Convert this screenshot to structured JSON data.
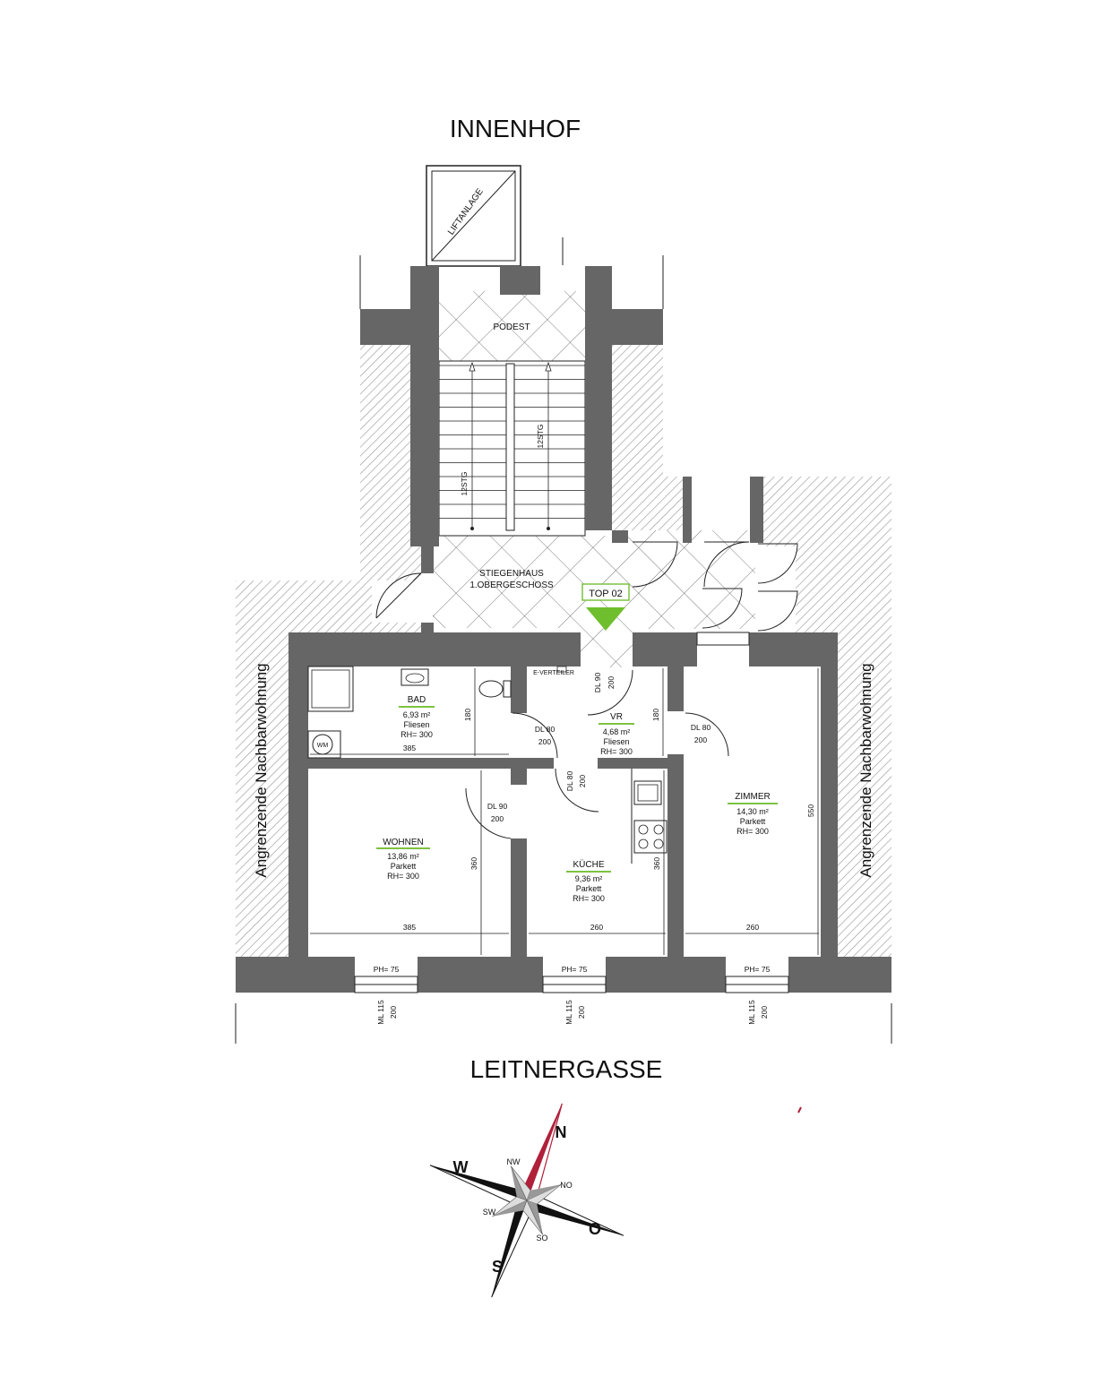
{
  "labels": {
    "courtyard": "INNENHOF",
    "street": "LEITNERGASSE",
    "lift": "LIFTANLAGE",
    "landing": "PODEST",
    "stairwell_line1": "STIEGENHAUS",
    "stairwell_line2": "1.OBERGESCHOSS",
    "unit": "TOP 02",
    "neighbor_left": "Angrenzende Nachbarwohnung",
    "neighbor_right": "Angrenzende Nachbarwohnung",
    "steps_left": "12STG",
    "steps_right": "12STG",
    "e_distributor": "E-VERTEILER",
    "washing_machine": "WM"
  },
  "rooms": {
    "bad": {
      "name": "BAD",
      "area": "6,93 m²",
      "floor": "Fliesen",
      "height": "RH= 300"
    },
    "vr": {
      "name": "VR",
      "area": "4,68 m²",
      "floor": "Fliesen",
      "height": "RH= 300"
    },
    "wohnen": {
      "name": "WOHNEN",
      "area": "13,86 m²",
      "floor": "Parkett",
      "height": "RH= 300"
    },
    "kueche": {
      "name": "KÜCHE",
      "area": "9,36 m²",
      "floor": "Parkett",
      "height": "RH= 300"
    },
    "zimmer": {
      "name": "ZIMMER",
      "area": "14,30 m²",
      "floor": "Parkett",
      "height": "RH= 300"
    }
  },
  "dimensions": {
    "bad_w": "385",
    "bad_h": "180",
    "vr_h": "180",
    "wohnen_w": "385",
    "wohnen_h": "360",
    "kueche_w": "260",
    "kueche_h": "360",
    "zimmer_w": "260",
    "zimmer_h": "550"
  },
  "doors": {
    "entry": {
      "width": "DL 90",
      "height": "200"
    },
    "bad": {
      "width": "DL 80",
      "height": "200"
    },
    "zimmer": {
      "width": "DL 80",
      "height": "200"
    },
    "kueche": {
      "width": "DL 80",
      "height": "200"
    },
    "wohnen": {
      "width": "DL 90",
      "height": "200"
    }
  },
  "windows": {
    "parapet": "PH= 75",
    "ml": "ML 115",
    "ml_h": "200"
  },
  "compass": {
    "n": "N",
    "s": "S",
    "w": "W",
    "o": "O",
    "nw": "NW",
    "no": "NO",
    "sw": "SW",
    "so": "SO",
    "north_color": "#b0203a"
  },
  "colors": {
    "wall": "#666666",
    "accent": "#7dc242"
  }
}
